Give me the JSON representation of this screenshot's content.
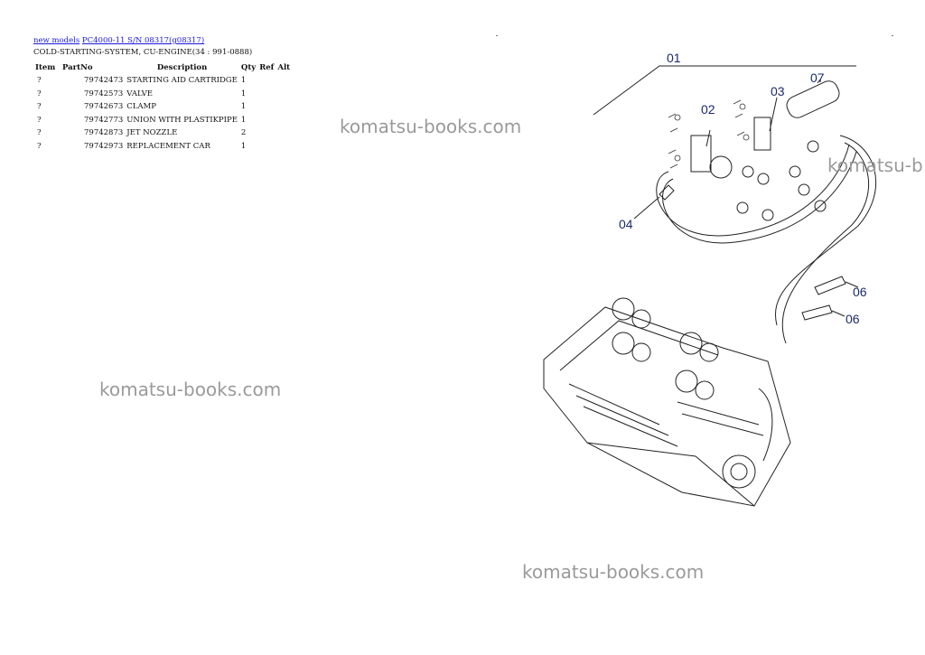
{
  "breadcrumb": {
    "new_models_link": "new models",
    "model_link": "PC4000-11 S/N 08317(g08317)"
  },
  "subtitle": "COLD-STARTING-SYSTEM, CU-ENGINE(34 : 991-0888)",
  "table": {
    "headers": [
      "Item",
      "PartNo",
      "Description",
      "Qty",
      "Ref",
      "Alt"
    ],
    "rows": [
      {
        "item": "?",
        "partno": "79742473",
        "description": "STARTING AID CARTRIDGE",
        "qty": "1"
      },
      {
        "item": "?",
        "partno": "79742573",
        "description": "VALVE",
        "qty": "1"
      },
      {
        "item": "?",
        "partno": "79742673",
        "description": "CLAMP",
        "qty": "1"
      },
      {
        "item": "?",
        "partno": "79742773",
        "description": "UNION WITH PLASTIKPIPE",
        "qty": "1"
      },
      {
        "item": "?",
        "partno": "79742873",
        "description": "JET NOZZLE",
        "qty": "2"
      },
      {
        "item": "?",
        "partno": "79742973",
        "description": "REPLACEMENT CAR",
        "qty": "1"
      }
    ]
  },
  "watermarks": [
    "komatsu-books.com",
    "komatsu-b",
    "komatsu-books.com",
    "komatsu-books.com"
  ],
  "diagram": {
    "labels": [
      "01",
      "02",
      "03",
      "07",
      "04",
      "06",
      "06"
    ]
  }
}
